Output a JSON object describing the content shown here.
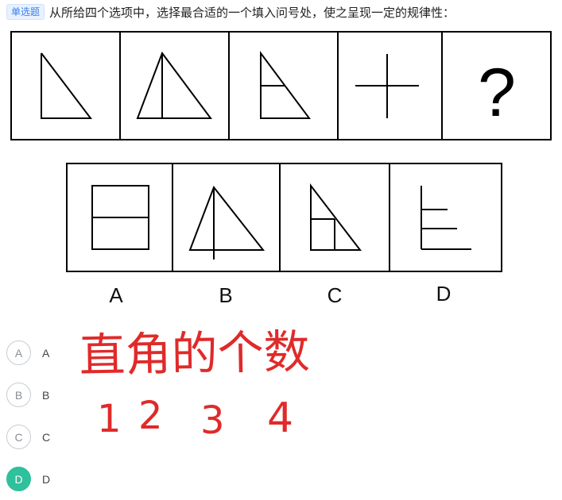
{
  "question": {
    "type_badge": "单选题",
    "prompt": "从所给四个选项中，选择最合适的一个填入问号处，使之呈现一定的规律性："
  },
  "stem": {
    "question_mark": "?"
  },
  "choices": {
    "labels": [
      "A",
      "B",
      "C",
      "D"
    ]
  },
  "options": [
    {
      "letter": "A",
      "text": "A",
      "selected": false
    },
    {
      "letter": "B",
      "text": "B",
      "selected": false
    },
    {
      "letter": "C",
      "text": "C",
      "selected": false
    },
    {
      "letter": "D",
      "text": "D",
      "selected": true
    }
  ],
  "annotation": {
    "phrase": "直角的个数",
    "numbers": [
      "1",
      "2",
      "3",
      "4"
    ],
    "ink_color": "#e02a2a"
  },
  "colors": {
    "badge_text": "#3d7eea",
    "badge_bg": "#e8f2ff",
    "selected": "#2ec19b",
    "option_border": "#c9ccd1"
  }
}
